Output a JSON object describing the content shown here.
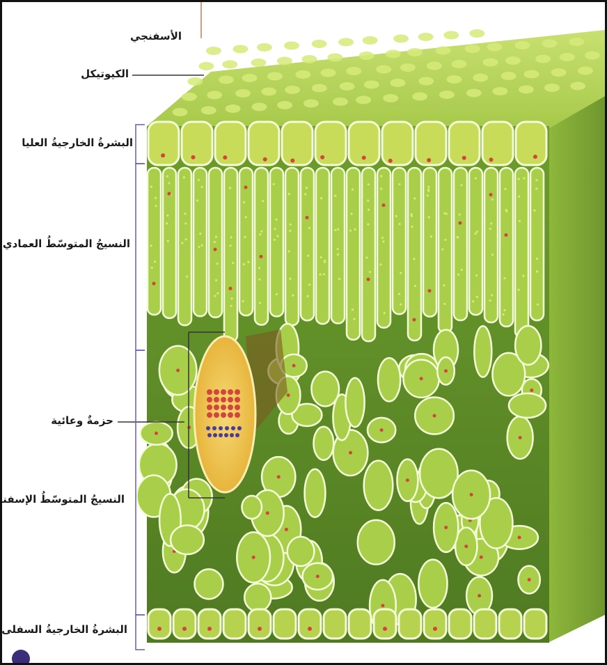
{
  "diagram": {
    "labels": {
      "top_partial": "الأسفنجي",
      "cuticle": "الكيوتيكل",
      "upper_epidermis": "البشرةُ الخارجيةُ العليا",
      "palisade_mesophyll": "النسيجُ المتوسّطُ العمادي",
      "vascular_bundle": "حزمةٌ وعائية",
      "spongy_mesophyll": "النسيجُ المتوسّطُ الإسفنجي",
      "lower_epidermis": "البشرةُ الخارجيةُ السفلى"
    },
    "colors": {
      "cell_fill": "#a9cf4a",
      "cell_light": "#d6ea7a",
      "cell_outline": "#f4fbd8",
      "background_green": "#6f9a2f",
      "shadow_green": "#4d7524",
      "vascular_yellow": "#f2c94c",
      "xylem_red": "#d2453a",
      "phloem_purple": "#4a3a9c",
      "bracket": "#6a5ab0"
    }
  }
}
